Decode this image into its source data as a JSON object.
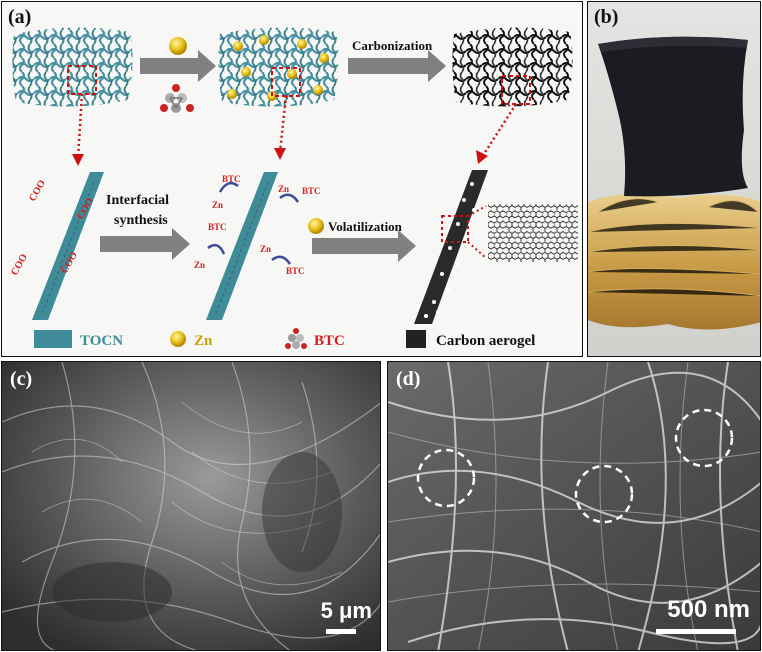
{
  "panels": {
    "a": {
      "label": "(a)",
      "steps": {
        "carbonization": "Carbonization",
        "interfacial_line1": "Interfacial",
        "interfacial_line2": "synthesis",
        "volatilization": "Volatilization"
      },
      "chem": {
        "coo": "COO",
        "btc": "BTC",
        "zn": "Zn"
      },
      "legend": {
        "tocn": "TOCN",
        "zn": "Zn",
        "btc": "BTC",
        "carbon": "Carbon aerogel"
      }
    },
    "b": {
      "label": "(b)"
    },
    "c": {
      "label": "(c)",
      "scale": "5 μm"
    },
    "d": {
      "label": "(d)",
      "scale": "500 nm"
    }
  },
  "colors": {
    "tocn": "#3e8b9a",
    "zn": "#e8c21a",
    "btc_label": "#d21f1f",
    "arrow": "#808080",
    "dotted": "#cc1111",
    "carbon": "#222222"
  }
}
